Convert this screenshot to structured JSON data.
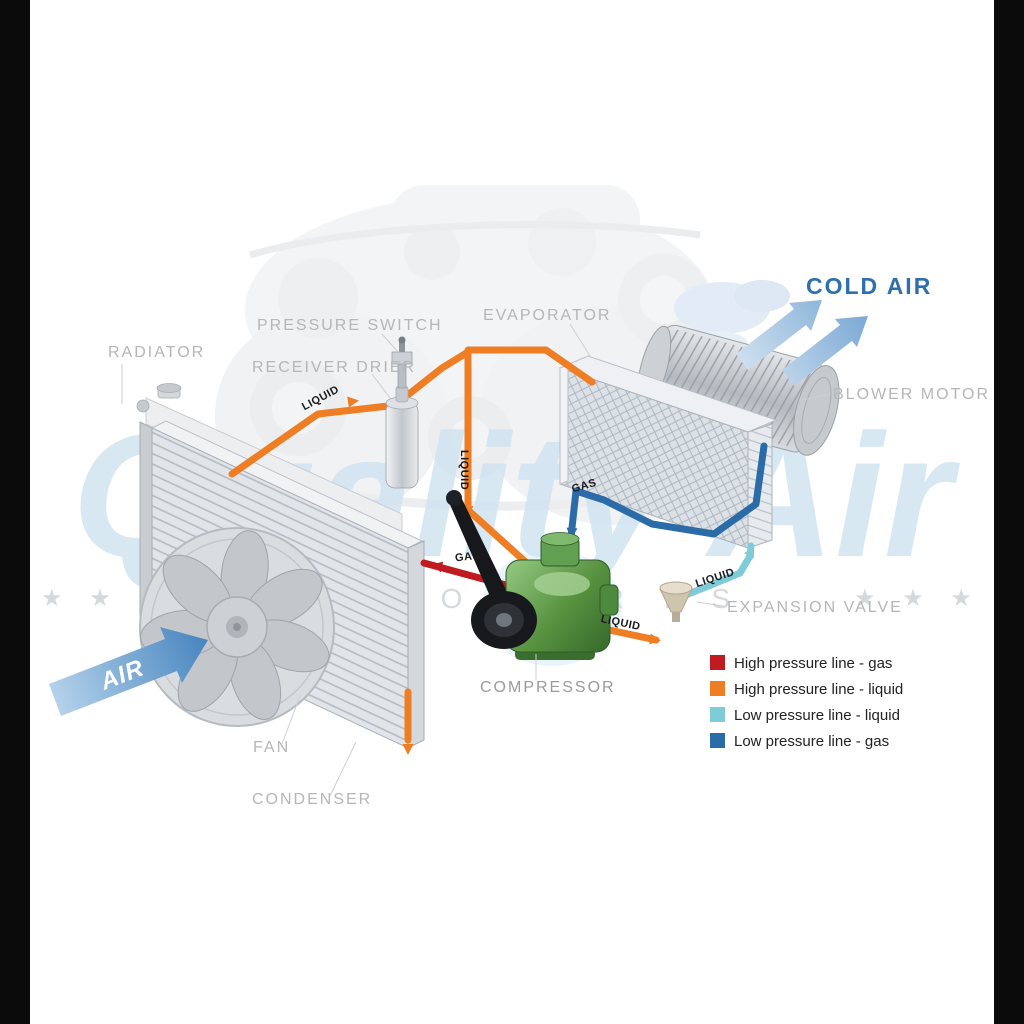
{
  "watermark": {
    "brand": "Quality Air",
    "stars_left": "★ ★ ★",
    "subtitle": "A U T O   P A R T S",
    "stars_right": "★ ★ ★"
  },
  "labels": {
    "radiator": "RADIATOR",
    "pressure_switch": "PRESSURE SWITCH",
    "receiver_drier": "RECEIVER DRIER",
    "evaporator": "EVAPORATOR",
    "blower_motor": "BLOWER MOTOR",
    "cold_air": "COLD AIR",
    "expansion_valve": "EXPANSION VALVE",
    "compressor": "COMPRESSOR",
    "fan": "FAN",
    "condenser": "CONDENSER"
  },
  "flow": {
    "air": "AIR",
    "liquid_condenser_out": "LIQUID",
    "liquid_drop": "LIQUID",
    "liquid_to_valve": "LIQUID",
    "liquid_low": "LIQUID",
    "gas_high": "GAS",
    "gas_low": "GAS"
  },
  "legend": {
    "items": [
      {
        "color": "#c01b20",
        "label": "High pressure line - gas"
      },
      {
        "color": "#ef7d23",
        "label": "High pressure line - liquid"
      },
      {
        "color": "#7fccd9",
        "label": "Low pressure line - liquid"
      },
      {
        "color": "#2b6ca8",
        "label": "Low pressure line -  gas"
      }
    ]
  },
  "colors": {
    "hp_gas": "#c01b20",
    "hp_liquid": "#ef7d23",
    "lp_liquid": "#7fccd9",
    "lp_gas": "#2b6ca8",
    "cold_air_text": "#2e6fad"
  }
}
